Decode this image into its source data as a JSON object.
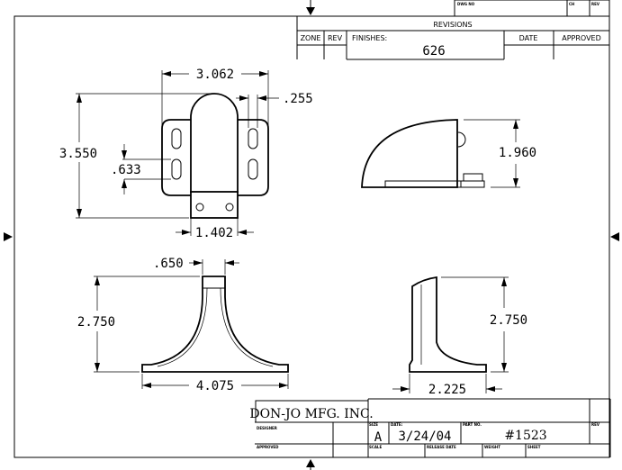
{
  "revisions": {
    "dwg_no_label": "DWG NO",
    "ch_label": "CH",
    "rev_label": "REV",
    "title": "REVISIONS",
    "columns": [
      "ZONE",
      "REV",
      "FINISHES:",
      "DATE",
      "APPROVED"
    ],
    "finish_value": "626"
  },
  "dimensions": {
    "top_width": "3.062",
    "slot_width": ".255",
    "overall_height": "3.550",
    "slot_spacing": ".633",
    "tab_width": "1.402",
    "side_height": "1.960",
    "stem_width": ".650",
    "front_height": "2.750",
    "base_length": "4.075",
    "right_height": "2.750",
    "right_depth": "2.225"
  },
  "title_block": {
    "company": "DON-JO MFG. INC.",
    "designer_label": "DESIGNER",
    "approved_label": "APPROVED",
    "size_label": "SIZE",
    "size_value": "A",
    "date_label": "DATE:",
    "date_value": "3/24/04",
    "part_no_label": "PART NO.",
    "part_no_value": "#1523",
    "rev_label": "REV",
    "scale_label": "SCALE",
    "release_date_label": "RELEASE DATE",
    "weight_label": "WEIGHT",
    "sheet_label": "SHEET"
  }
}
